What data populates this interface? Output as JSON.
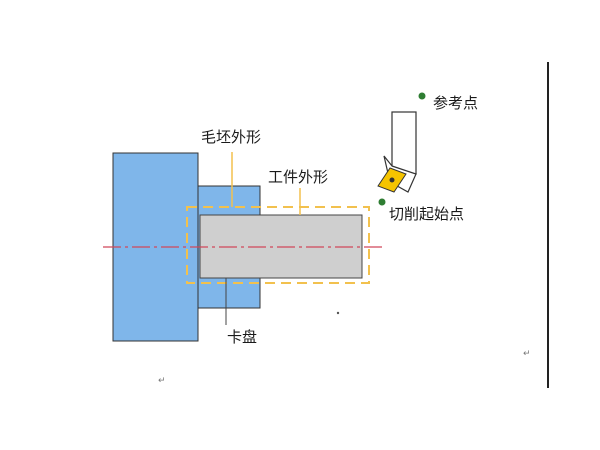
{
  "labels": {
    "blank_outline": "毛坯外形",
    "workpiece_outline": "工件外形",
    "reference_point": "参考点",
    "cutting_start_point": "切削起始点",
    "chuck": "卡盘"
  },
  "marks": {
    "paragraph_mark": "↵"
  },
  "colors": {
    "chuck_fill": "#7fb6ea",
    "chuck_stroke": "#333333",
    "workpiece_fill": "#cfcfcf",
    "blank_outline": "#f2c14e",
    "centerline": "#d0485a",
    "tool_insert": "#f5c400",
    "reference_dot": "#2e7d32",
    "border_line": "#222222"
  }
}
